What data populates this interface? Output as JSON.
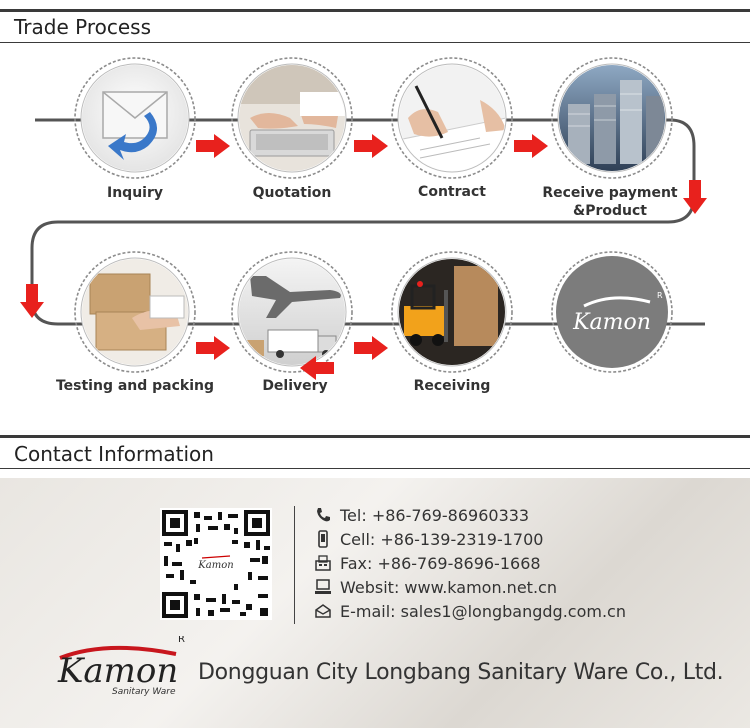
{
  "trade": {
    "title": "Trade Process",
    "steps": [
      {
        "label": "Inquiry",
        "icon": "envelope-icon"
      },
      {
        "label": "Quotation",
        "icon": "laptop-typing-icon"
      },
      {
        "label": "Contract",
        "icon": "signing-pen-icon"
      },
      {
        "label": "Receive payment",
        "label2": "&Product",
        "icon": "coins-icon"
      },
      {
        "label": "Testing and packing",
        "icon": "boxes-icon"
      },
      {
        "label": "Delivery",
        "icon": "airplane-truck-icon"
      },
      {
        "label": "Receiving",
        "icon": "forklift-icon"
      },
      {
        "logo": "Kamon",
        "reg": "R",
        "icon": "kamon-logo"
      }
    ],
    "arrow_color": "#e8211d"
  },
  "contact": {
    "title": "Contact Information",
    "qr_brand": "Kamon",
    "lines": [
      {
        "icon": "phone-icon",
        "text": "Tel: +86-769-86960333"
      },
      {
        "icon": "mobile-icon",
        "text": "Cell: +86-139-2319-1700"
      },
      {
        "icon": "fax-icon",
        "text": "Fax: +86-769-8696-1668"
      },
      {
        "icon": "computer-icon",
        "text": "Websit: www.kamon.net.cn"
      },
      {
        "icon": "email-icon",
        "text": "E-mail: sales1@longbangdg.com.cn"
      }
    ],
    "logo": "Kamon",
    "logo_reg": "R",
    "logo_sub": "Sanitary Ware",
    "company": "Dongguan City Longbang Sanitary Ware Co., Ltd."
  }
}
